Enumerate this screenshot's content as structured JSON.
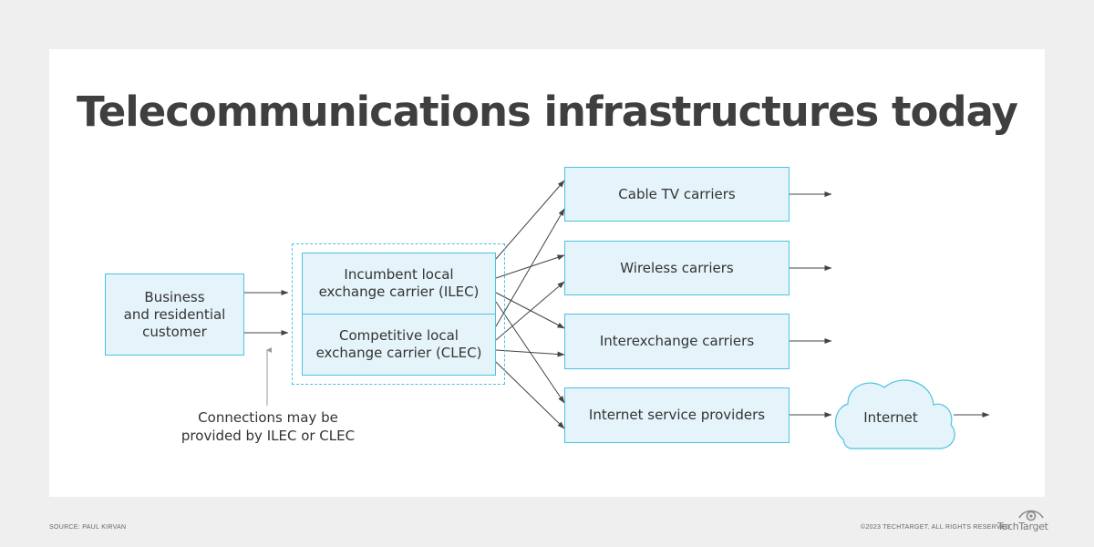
{
  "title": "Telecommunications infrastructures today",
  "nodes": {
    "customer": "Business\nand residential\ncustomer",
    "ilec": "Incumbent local\nexchange carrier (ILEC)",
    "clec": "Competitive local\nexchange carrier (CLEC)",
    "cable": "Cable TV carriers",
    "wireless": "Wireless carriers",
    "interexchange": "Interexchange carriers",
    "isp": "Internet service providers",
    "internet": "Internet"
  },
  "note": "Connections may be\nprovided by ILEC or CLEC",
  "footer": {
    "source": "SOURCE: PAUL KIRVAN",
    "copyright": "©2023 TECHTARGET. ALL RIGHTS RESERVED",
    "logo": "TechTarget"
  },
  "colors": {
    "box_fill": "#e5f4fb",
    "box_border": "#4cc3de",
    "title": "#3f3f3f",
    "arrow": "#444444"
  }
}
